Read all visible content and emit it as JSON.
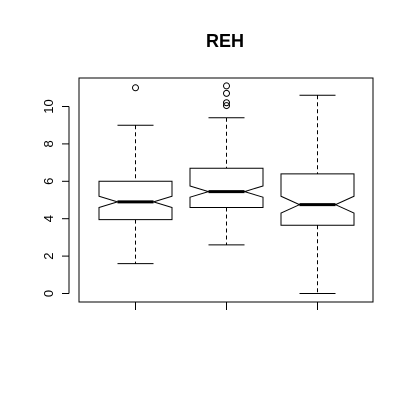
{
  "chart_data": {
    "type": "box",
    "title": "REH",
    "xlabel": "",
    "ylabel": "",
    "notched": true,
    "ylim": [
      0,
      11
    ],
    "yticks": [
      0,
      2,
      4,
      6,
      8,
      10
    ],
    "xticks_labeled": false,
    "series": [
      {
        "whisker_low": 1.6,
        "q1": 3.95,
        "median": 4.9,
        "q3": 6.0,
        "whisker_high": 9.0,
        "notch_low": 4.6,
        "notch_high": 5.2,
        "outliers": [
          11.0
        ]
      },
      {
        "whisker_low": 2.6,
        "q1": 4.6,
        "median": 5.45,
        "q3": 6.7,
        "whisker_high": 9.4,
        "notch_low": 5.15,
        "notch_high": 5.75,
        "outliers": [
          10.05,
          10.2,
          10.7,
          11.1
        ]
      },
      {
        "whisker_low": 0.0,
        "q1": 3.65,
        "median": 4.75,
        "q3": 6.4,
        "whisker_high": 10.6,
        "notch_low": 4.3,
        "notch_high": 5.2,
        "outliers": []
      }
    ],
    "colors": {
      "box_fill": "#ffffff",
      "stroke": "#000000"
    }
  }
}
